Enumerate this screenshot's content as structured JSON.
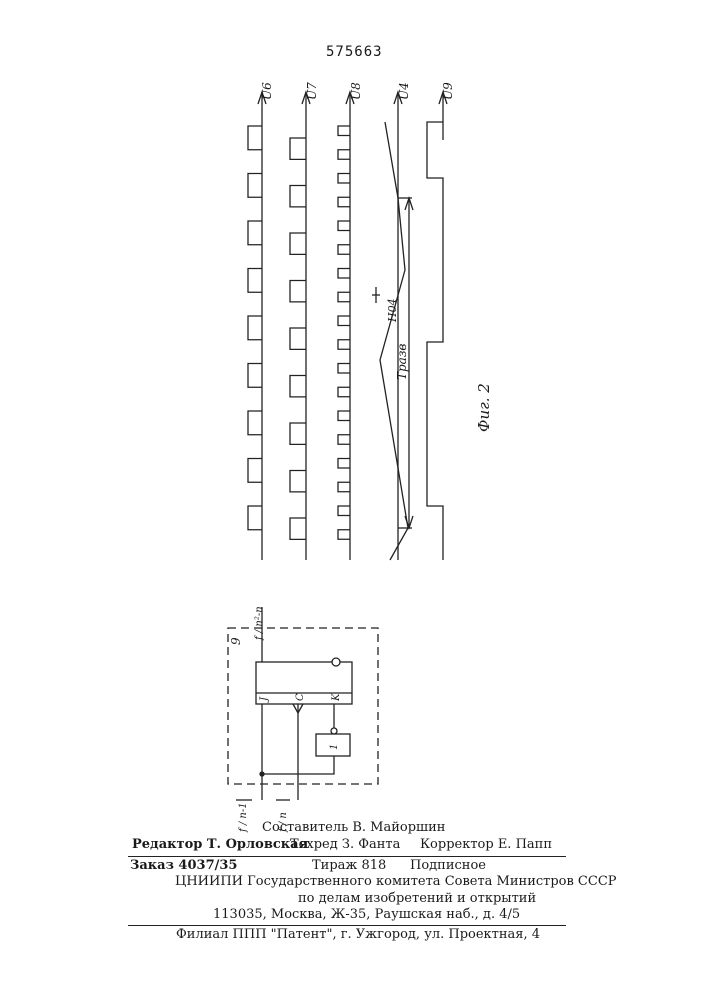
{
  "patent_number": "575663",
  "figure_label": "Фиг. 2",
  "waveform_labels": {
    "u6": "U6",
    "u7": "U7",
    "u8": "U8",
    "u4": "U4",
    "u9": "U9",
    "h04": "H04",
    "t_razv": "Tразв"
  },
  "schematic_labels": {
    "block": "9",
    "pin_j": "J",
    "pin_c": "C",
    "pin_k": "K",
    "inverter": "1",
    "output": "f / n²-n",
    "input_1": "f / n-1",
    "input_2": "f / n"
  },
  "footer": {
    "composer": "Составитель В. Майоршин",
    "editor": "Редактор Т. Орловская",
    "techred": "Техред З. Фанта",
    "corrector": "Корректор Е. Папп",
    "order": "Заказ 4037/35",
    "circulation": "Тираж 818",
    "subscription": "Подписное",
    "institute": "ЦНИИПИ Государственного комитета Совета Министров СССР",
    "affairs": "по делам изобретений и открытий",
    "address": "113035, Москва, Ж-35, Раушская наб., д. 4/5",
    "branch": "Филиал ППП \"Патент\", г. Ужгород, ул. Проектная, 4"
  }
}
